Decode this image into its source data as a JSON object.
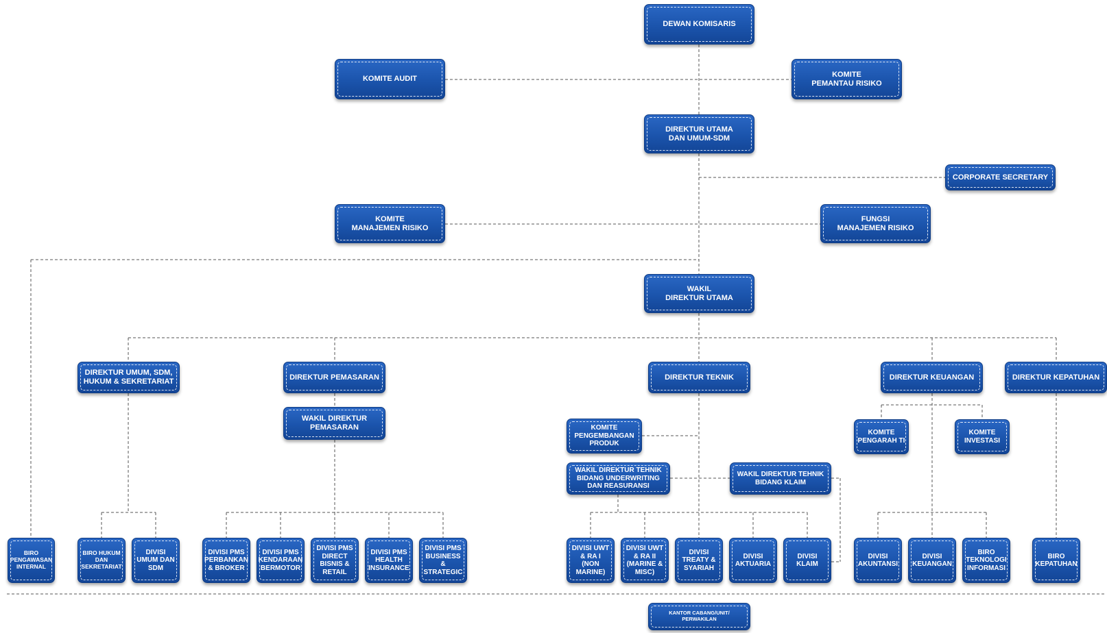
{
  "nodes": {
    "dewan_komisaris": "DEWAN KOMISARIS",
    "komite_audit": "KOMITE AUDIT",
    "komite_pemantau_risiko": "KOMITE\nPEMANTAU RISIKO",
    "direktur_utama": "DIREKTUR UTAMA\nDAN UMUM-SDM",
    "corporate_secretary": "CORPORATE SECRETARY",
    "komite_manajemen_risiko": "KOMITE\nMANAJEMEN RISIKO",
    "fungsi_manajemen_risiko": "FUNGSI\nMANAJEMEN RISIKO",
    "wakil_direktur_utama": "WAKIL\nDIREKTUR UTAMA",
    "direktur_umum": "DIREKTUR UMUM, SDM,\nHUKUM & SEKRETARIAT",
    "direktur_pemasaran": "DIREKTUR PEMASARAN",
    "direktur_teknik": "DIREKTUR TEKNIK",
    "direktur_keuangan": "DIREKTUR KEUANGAN",
    "direktur_kepatuhan": "DIREKTUR KEPATUHAN",
    "wakil_direktur_pemasaran": "WAKIL DIREKTUR\nPEMASARAN",
    "komite_pengembangan_produk": "KOMITE\nPENGEMBANGAN\nPRODUK",
    "wakil_dir_teknik_uw": "WAKIL DIREKTUR TEHNIK\nBIDANG UNDERWRITING\nDAN REASURANSI",
    "wakil_dir_teknik_klaim": "WAKIL DIREKTUR TEHNIK\nBIDANG KLAIM",
    "komite_pengarah_ti": "KOMITE\nPENGARAH TI",
    "komite_investasi": "KOMITE\nINVESTASI",
    "biro_pengawasan_internal": "BIRO\nPENGAWASAN\nINTERNAL",
    "biro_hukum": "BIRO HUKUM\nDAN\nSEKRETARIAT",
    "divisi_umum_sdm": "DIVISI\nUMUM DAN\nSDM",
    "divisi_pms_perbankan": "DIVISI PMS\nPERBANKAN\n& BROKER",
    "divisi_pms_kendaraan": "DIVISI PMS\nKENDARAAN\nBERMOTOR",
    "divisi_pms_direct": "DIVISI PMS\nDIRECT\nBISNIS &\nRETAIL",
    "divisi_pms_health": "DIVISI PMS\nHEALTH\nINSURANCE",
    "divisi_pms_business": "DIVISI PMS\nBUSINESS\n&\nSTRATEGIC",
    "divisi_uwt_1": "DIVISI UWT\n& RA I\n(NON\nMARINE)",
    "divisi_uwt_2": "DIVISI UWT\n& RA II\n(MARINE &\nMISC)",
    "divisi_treaty": "DIVISI\nTREATY &\nSYARIAH",
    "divisi_aktuaria": "DIVISI\nAKTUARIA",
    "divisi_klaim": "DIVISI\nKLAIM",
    "divisi_akuntansi": "DIVISI\nAKUNTANSI",
    "divisi_keuangan": "DIVISI\nKEUANGAN",
    "biro_teknologi": "BIRO\nTEKNOLOGI\nINFORMASI",
    "biro_kepatuhan": "BIRO\nKEPATUHAN",
    "kantor_cabang": "KANTOR CABANG/UNIT/\nPERWAKILAN"
  },
  "colors": {
    "box_fill": "#1b54ac",
    "box_border": "#0e3b84",
    "connector": "#555555"
  }
}
